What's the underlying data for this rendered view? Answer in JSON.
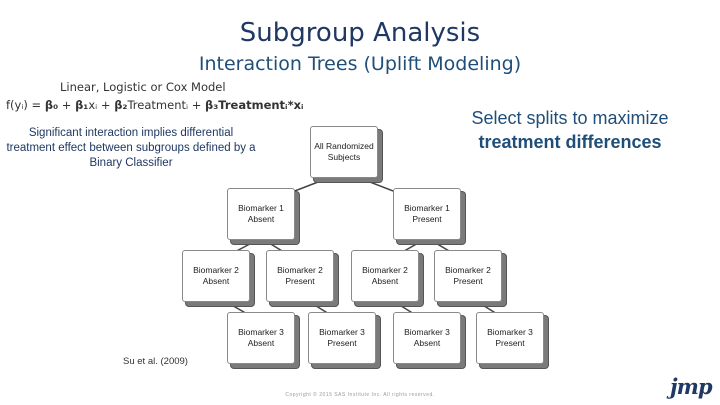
{
  "slide": {
    "title": "Subgroup Analysis",
    "subtitle": "Interaction Trees (Uplift Modeling)"
  },
  "model": {
    "title": "Linear, Logistic or Cox Model",
    "formula": {
      "lhs": "f(yᵢ) = ",
      "b0": "β₀",
      "plus1": " + ",
      "b1": "β₁",
      "x1": "xᵢ",
      "plus2": " + ",
      "b2": "β₂",
      "treat": "Treatmentᵢ",
      "plus3": " + ",
      "b3": "β₃",
      "interaction": "Treatmentᵢ*xᵢ"
    },
    "note": "Significant interaction implies differential treatment effect between subgroups defined by a Binary Classifier"
  },
  "callout": {
    "line1": "Select splits to maximize",
    "line2": "treatment differences"
  },
  "tree": {
    "root": "All Randomized Subjects",
    "level1": [
      "Biomarker 1 Absent",
      "Biomarker 1 Present"
    ],
    "level2": [
      "Biomarker 2 Absent",
      "Biomarker 2 Present",
      "Biomarker 2 Absent",
      "Biomarker 2 Present"
    ],
    "level3": [
      "Biomarker 3 Absent",
      "Biomarker 3 Present",
      "Biomarker 3 Absent",
      "Biomarker 3 Present"
    ]
  },
  "citation": "Su et al. (2009)",
  "copyright": "Copyright © 2015 SAS Institute Inc. All rights reserved.",
  "logo": "jmp"
}
